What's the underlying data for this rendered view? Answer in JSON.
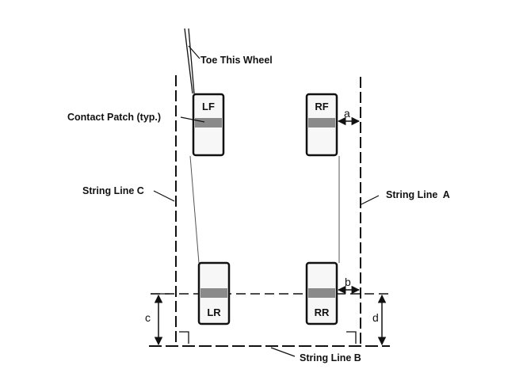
{
  "labels": {
    "toe": "Toe This Wheel",
    "contact_patch": "Contact Patch (typ.)",
    "string_c": "String Line C",
    "string_a": "String Line  A",
    "string_b": "String Line B"
  },
  "wheels": {
    "lf": "LF",
    "rf": "RF",
    "lr": "LR",
    "rr": "RR"
  },
  "dimensions": {
    "a": "a",
    "b": "b",
    "c": "c",
    "d": "d"
  },
  "colors": {
    "line": "#111111",
    "tire_fill": "#f7f7f7",
    "contact_patch": "#8a8a8a"
  }
}
